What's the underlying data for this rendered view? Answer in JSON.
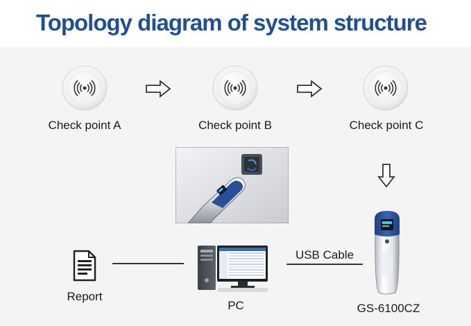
{
  "title": "Topology diagram of system structure",
  "checkpoints": [
    {
      "label": "Check point A"
    },
    {
      "label": "Check point B"
    },
    {
      "label": "Check point C"
    }
  ],
  "nodes": {
    "report": "Report",
    "pc": "PC",
    "device": "GS-6100CZ"
  },
  "connections": {
    "usb": "USB Cable"
  },
  "colors": {
    "title": "#1f4f96",
    "device_blue": "#2a4f9a",
    "background": "#f4f4f4"
  },
  "icons": [
    "rfid-tag-icon",
    "arrow-right-icon",
    "arrow-down-icon",
    "document-icon",
    "computer-icon",
    "handheld-reader-icon"
  ]
}
